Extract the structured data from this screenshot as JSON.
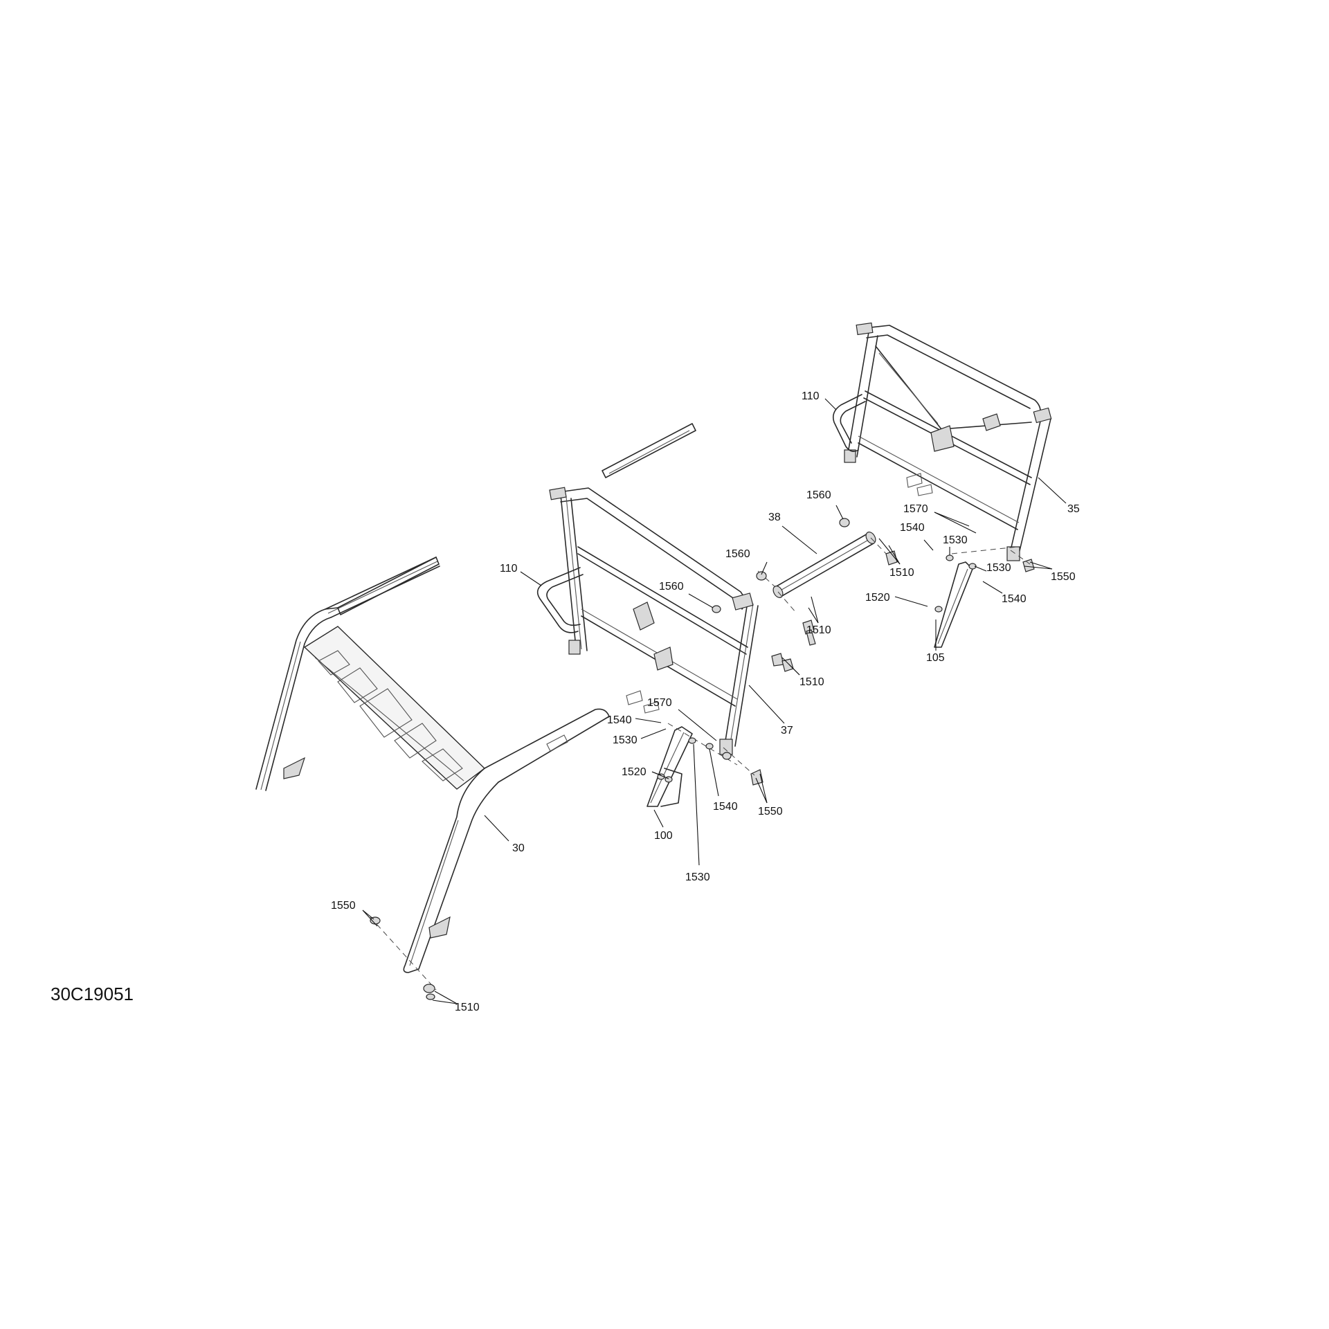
{
  "figure_id": "30C19051",
  "callouts": {
    "c30": "30",
    "c35": "35",
    "c37": "37",
    "c38": "38",
    "c100": "100",
    "c105": "105",
    "c110_mid": "110",
    "c110_rear": "110",
    "c1510_bottom": "1510",
    "c1510_38a": "1510",
    "c1510_38b": "1510",
    "c1510_37": "1510",
    "c1520_100": "1520",
    "c1520_105": "1520",
    "c1530_100a": "1530",
    "c1530_100b": "1530",
    "c1530_105a": "1530",
    "c1530_105b": "1530",
    "c1540_100a": "1540",
    "c1540_100b": "1540",
    "c1540_105a": "1540",
    "c1540_105b": "1540",
    "c1550_bottom": "1550",
    "c1550_37": "1550",
    "c1550_35": "1550",
    "c1560_38a": "1560",
    "c1560_38b": "1560",
    "c1560_37": "1560",
    "c1570_100": "1570",
    "c1570_105": "1570"
  }
}
